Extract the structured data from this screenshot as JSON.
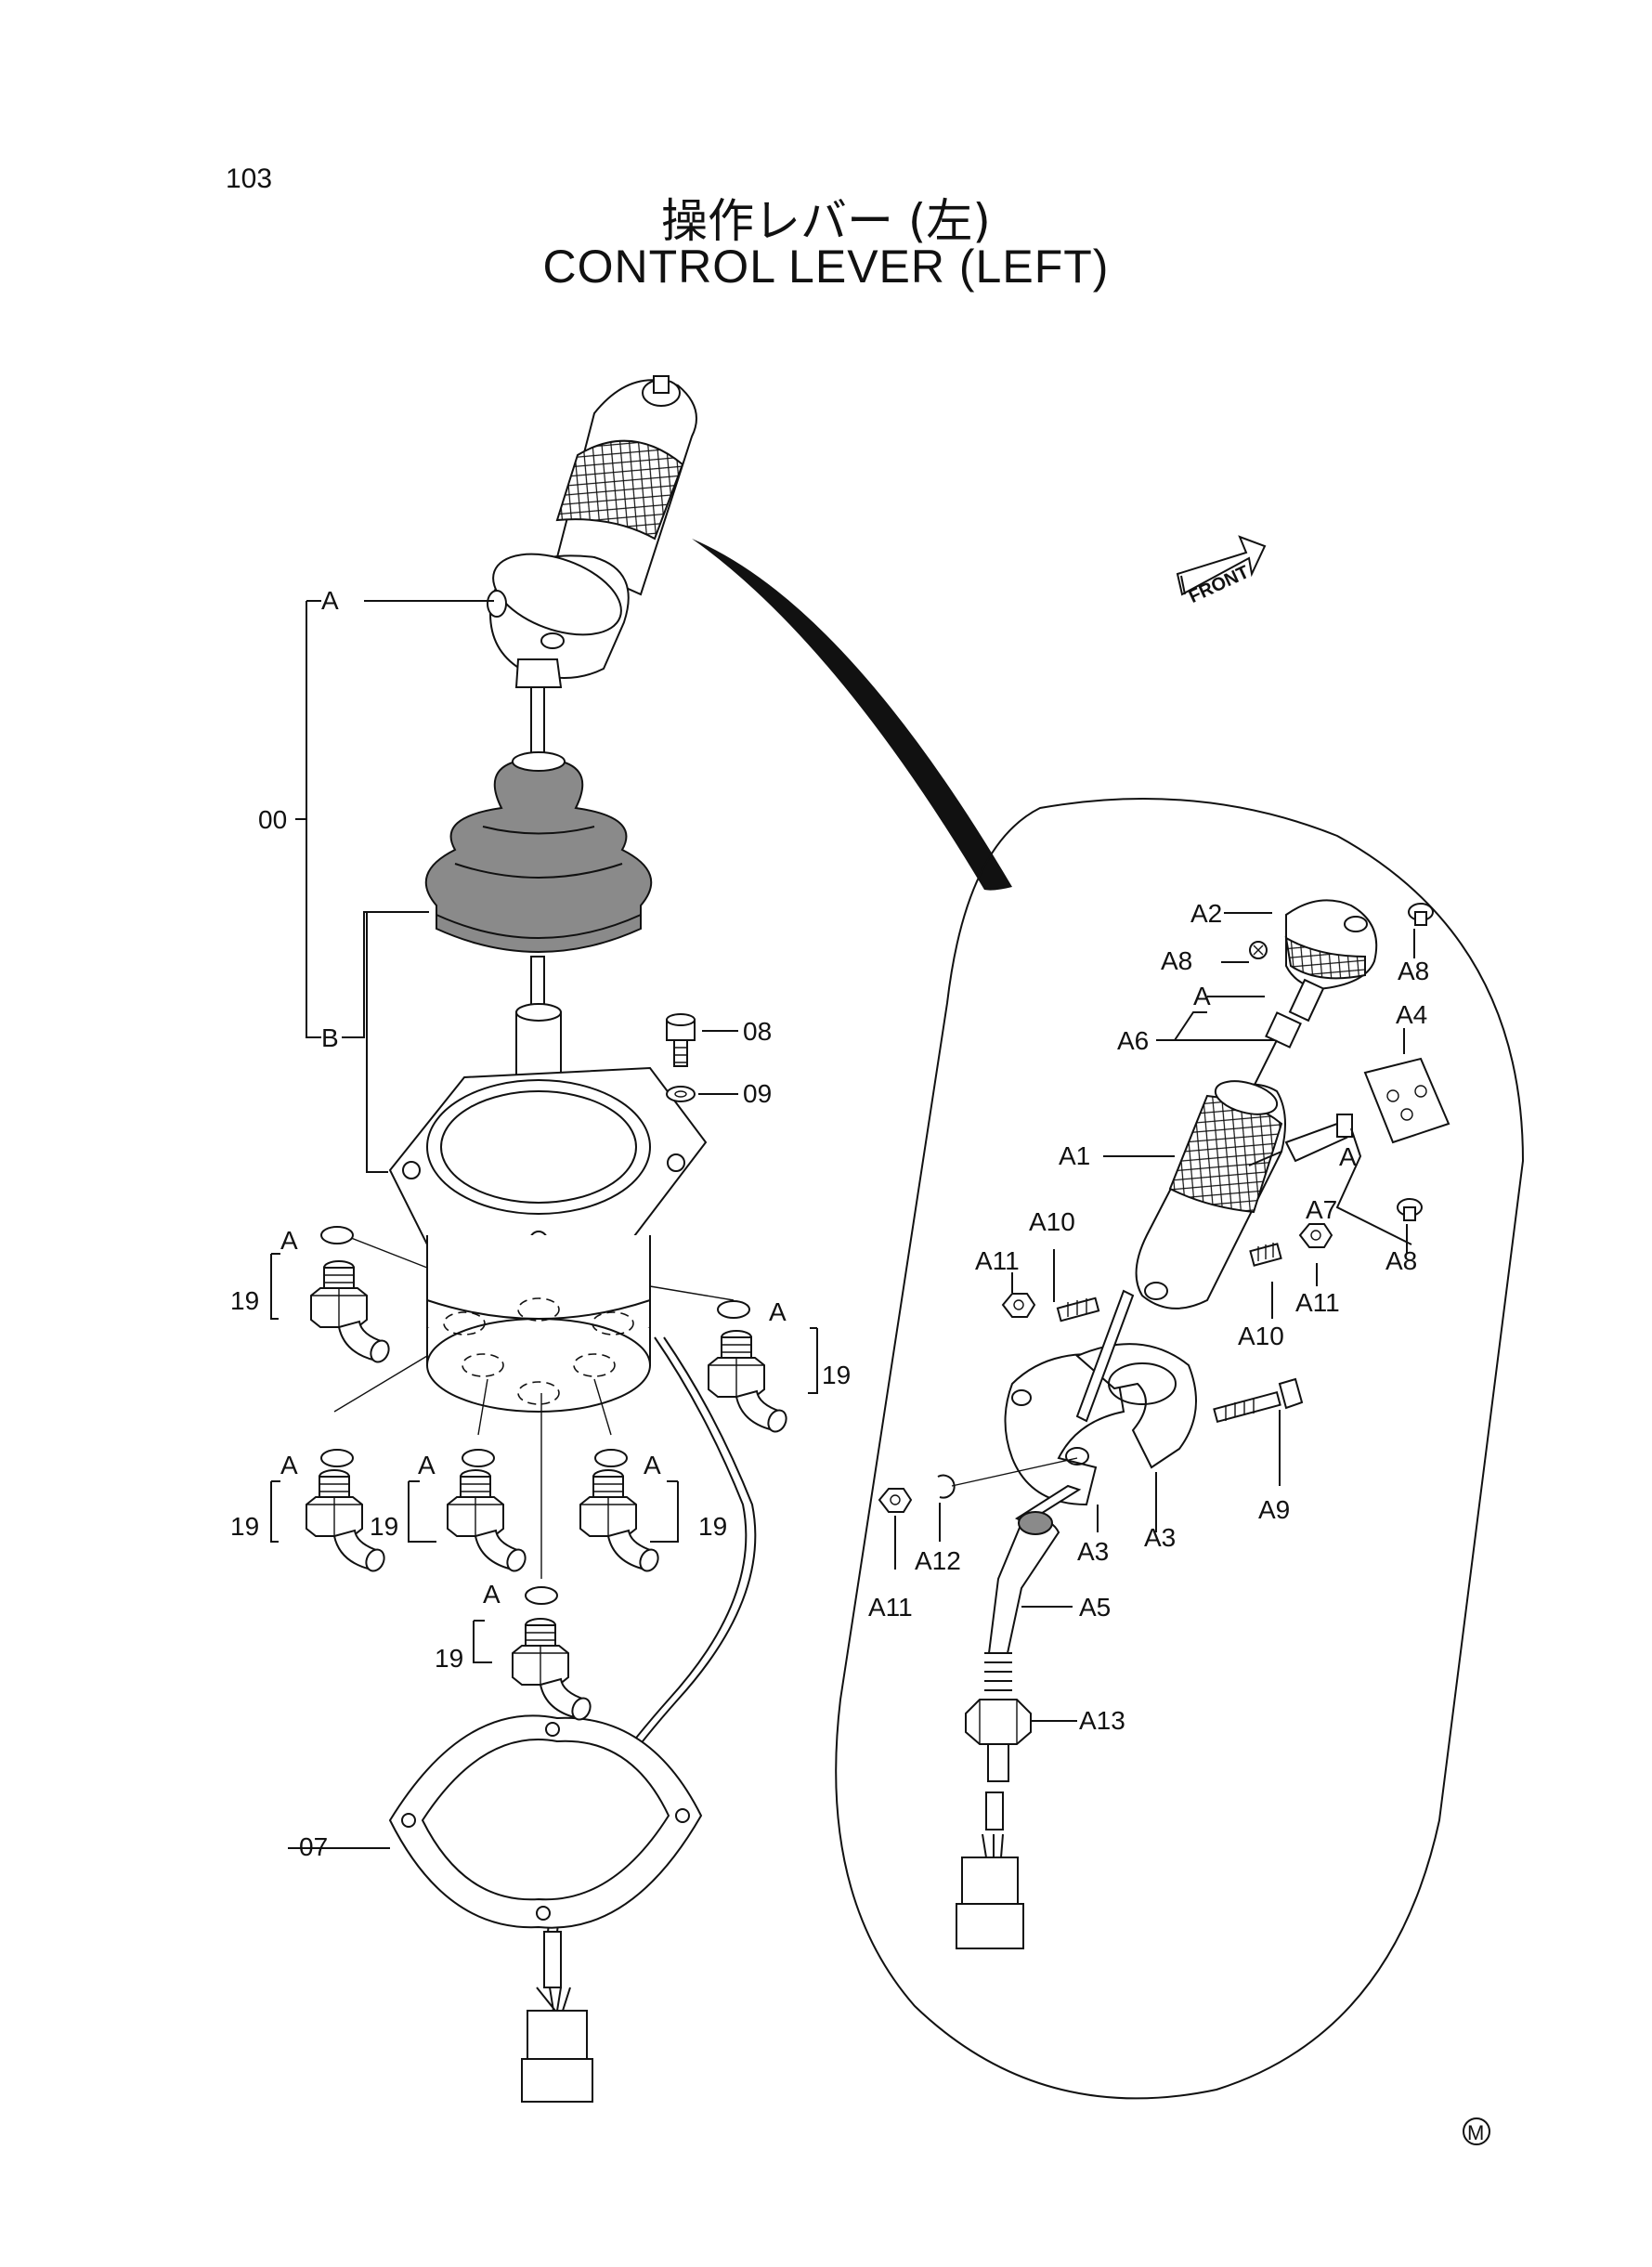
{
  "page_number": "103",
  "title_jp": "操作レバー (左)",
  "title_en": "CONTROL LEVER (LEFT)",
  "front_label": "FRONT",
  "maker_mark": "M",
  "callouts": {
    "c00": "00",
    "A": "A",
    "B": "B",
    "c07": "07",
    "c08": "08",
    "c09": "09",
    "c19": "19",
    "A1": "A1",
    "A2": "A2",
    "A3": "A3",
    "A4": "A4",
    "A5": "A5",
    "A6": "A6",
    "A7": "A7",
    "A8": "A8",
    "A9": "A9",
    "A10": "A10",
    "A11": "A11",
    "A12": "A12",
    "A13": "A13"
  }
}
